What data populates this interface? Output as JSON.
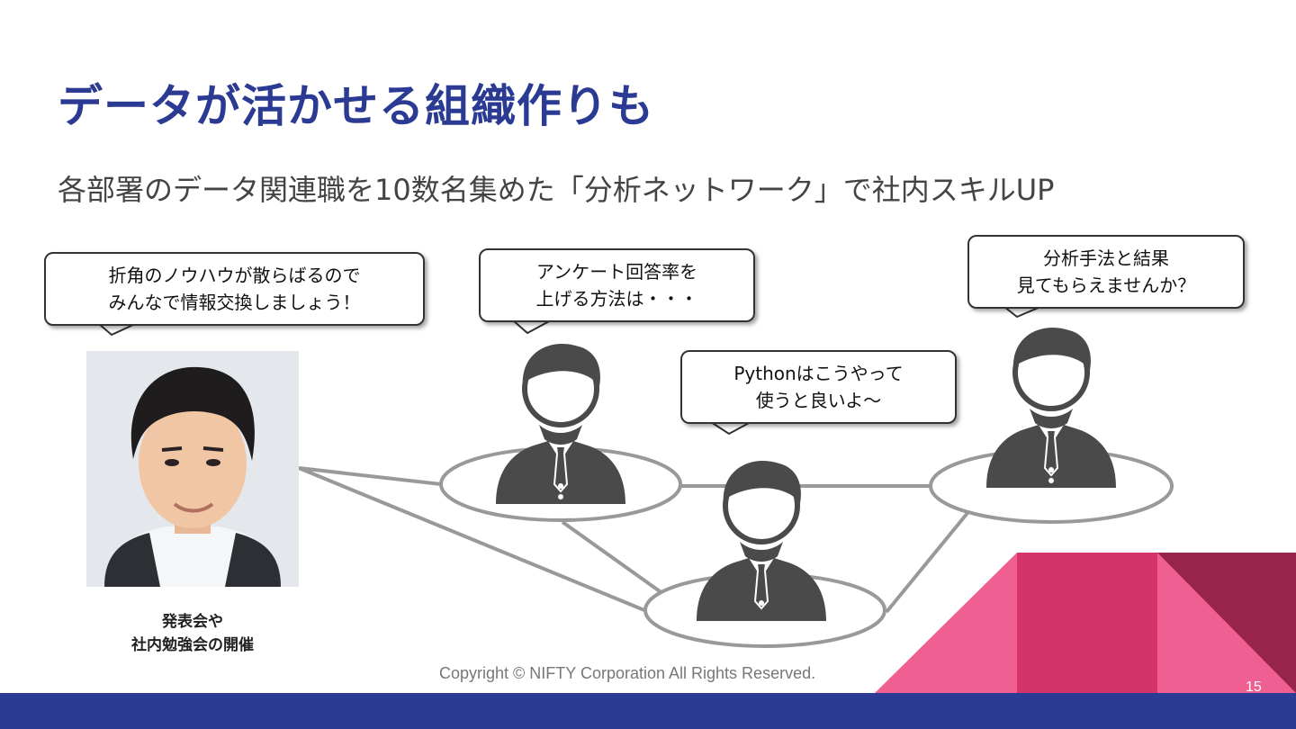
{
  "slide": {
    "title": "データが活かせる組織作りも",
    "subtitle": "各部署のデータ関連職を10数名集めた「分析ネットワーク」で社内スキルUP"
  },
  "bubbles": [
    {
      "lines": [
        "折角のノウハウが散らばるので",
        "みんなで情報交換しましょう！"
      ]
    },
    {
      "lines": [
        "アンケート回答率を",
        "上げる方法は・・・"
      ]
    },
    {
      "lines": [
        "Pythonはこうやって",
        "使うと良いよ～"
      ]
    },
    {
      "lines": [
        "分析手法と結果",
        "見てもらえませんか？"
      ]
    }
  ],
  "photo": {
    "caption_lines": [
      "発表会や",
      "社内勉強会の開催"
    ]
  },
  "footer": {
    "copyright": "Copyright © NIFTY Corporation All Rights Reserved.",
    "page_number": "15"
  },
  "colors": {
    "title": "#2b3a92",
    "footer_bar": "#2b3a92",
    "deco_pink_light": "#ef5f92",
    "deco_pink": "#d3346a",
    "deco_wine": "#98234b",
    "silhouette": "#4a4a4a",
    "network_line": "#999999"
  }
}
